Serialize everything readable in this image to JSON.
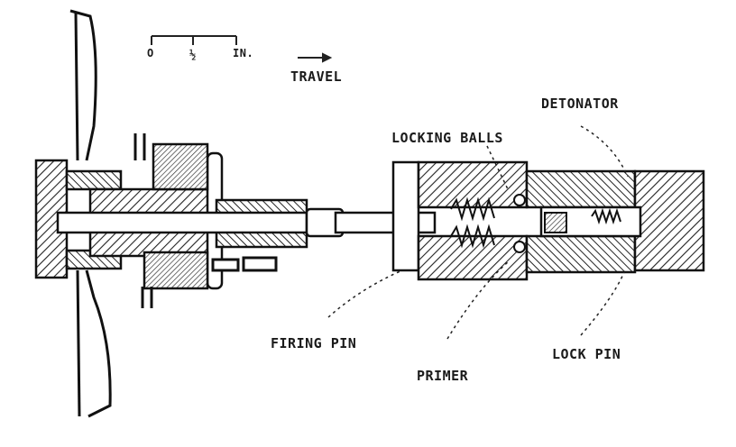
{
  "scale": {
    "zero": "O",
    "half": "½",
    "one": "IN."
  },
  "travel": "TRAVEL",
  "labels": {
    "locking_balls": "LOCKING BALLS",
    "detonator": "DETONATOR",
    "firing_pin": "FIRING PIN",
    "primer": "PRIMER",
    "lock_pin": "LOCK PIN"
  }
}
